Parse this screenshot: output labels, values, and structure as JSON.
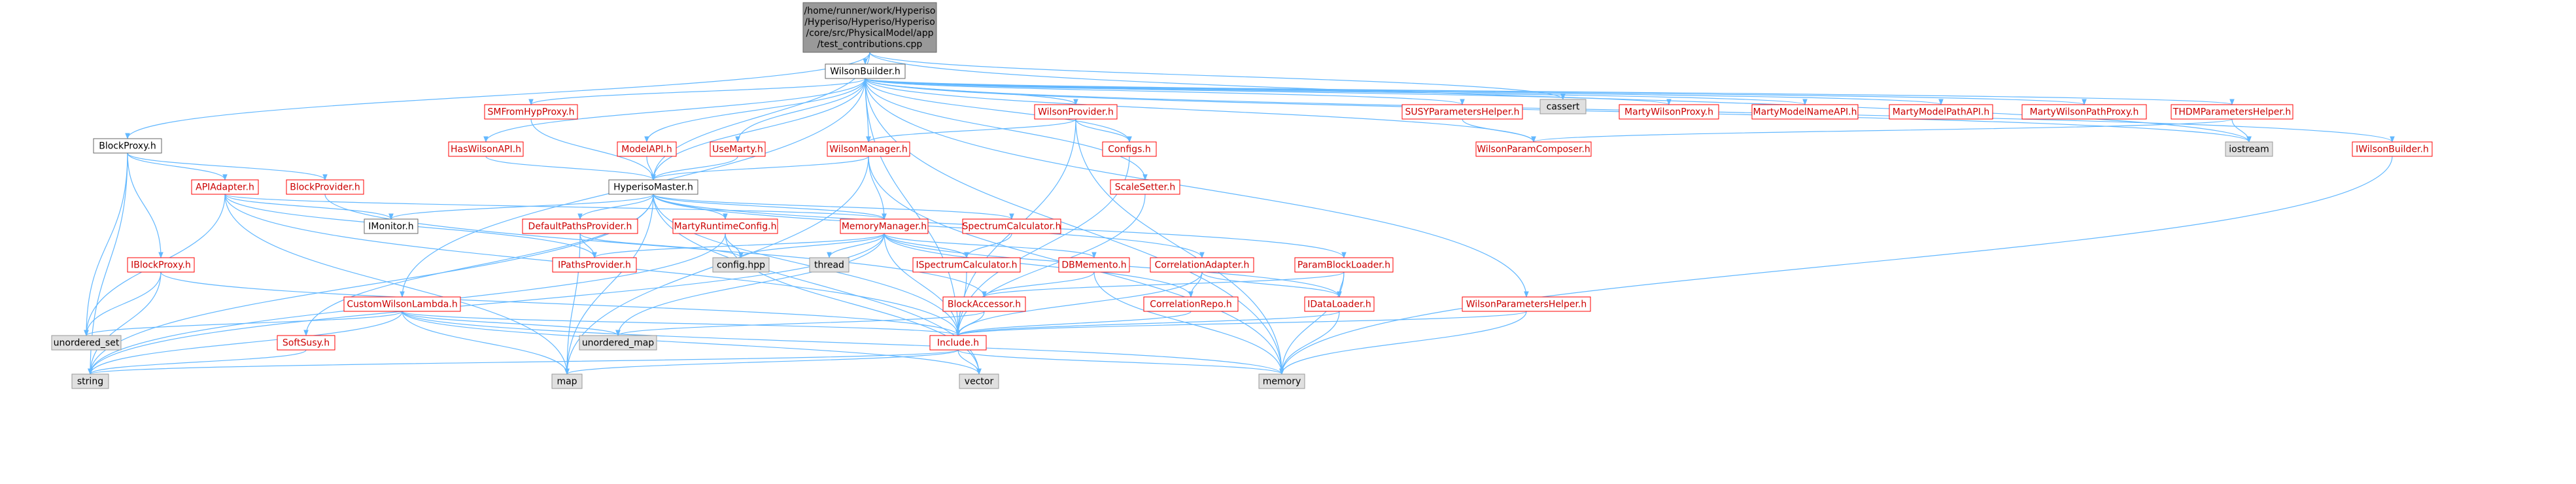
{
  "colors": {
    "edge": "#63b8ff",
    "root_fill": "#999999",
    "root_stroke": "#666666",
    "red_text": "#cc0000",
    "red_stroke": "#ff0000",
    "black_stroke": "#666666",
    "grey_fill": "#e0e0e0",
    "grey_stroke": "#999999"
  },
  "nodes": [
    {
      "id": "root",
      "lines": [
        "/home/runner/work/Hyperiso",
        "/Hyperiso/Hyperiso/Hyperiso",
        "/core/src/PhysicalModel/app",
        "/test_contributions.cpp"
      ],
      "kind": "root"
    },
    {
      "id": "WilsonBuilder_h",
      "lines": [
        "WilsonBuilder.h"
      ],
      "kind": "normal"
    },
    {
      "id": "cassert",
      "lines": [
        "cassert"
      ],
      "kind": "grey"
    },
    {
      "id": "BlockProxy_h",
      "lines": [
        "BlockProxy.h"
      ],
      "kind": "normal"
    },
    {
      "id": "SMFromHypProxy_h",
      "lines": [
        "SMFromHypProxy.h"
      ],
      "kind": "red"
    },
    {
      "id": "WilsonProvider_h",
      "lines": [
        "WilsonProvider.h"
      ],
      "kind": "red"
    },
    {
      "id": "SUSYParametersHelper_h",
      "lines": [
        "SUSYParametersHelper.h"
      ],
      "kind": "red"
    },
    {
      "id": "MartyWilsonProxy_h",
      "lines": [
        "MartyWilsonProxy.h"
      ],
      "kind": "red"
    },
    {
      "id": "MartyModelNameAPI_h",
      "lines": [
        "MartyModelNameAPI.h"
      ],
      "kind": "red"
    },
    {
      "id": "MartyModelPathAPI_h",
      "lines": [
        "MartyModelPathAPI.h"
      ],
      "kind": "red"
    },
    {
      "id": "MartyWilsonPathProxy_h",
      "lines": [
        "MartyWilsonPathProxy.h"
      ],
      "kind": "red"
    },
    {
      "id": "THDMParametersHelper_h",
      "lines": [
        "THDMParametersHelper.h"
      ],
      "kind": "red"
    },
    {
      "id": "HasWilsonAPI_h",
      "lines": [
        "HasWilsonAPI.h"
      ],
      "kind": "red"
    },
    {
      "id": "ModelAPI_h",
      "lines": [
        "ModelAPI.h"
      ],
      "kind": "red"
    },
    {
      "id": "UseMarty_h",
      "lines": [
        "UseMarty.h"
      ],
      "kind": "red"
    },
    {
      "id": "WilsonManager_h",
      "lines": [
        "WilsonManager.h"
      ],
      "kind": "red"
    },
    {
      "id": "Configs_h",
      "lines": [
        "Configs.h"
      ],
      "kind": "red"
    },
    {
      "id": "WilsonParamComposer_h",
      "lines": [
        "WilsonParamComposer.h"
      ],
      "kind": "red"
    },
    {
      "id": "iostream",
      "lines": [
        "iostream"
      ],
      "kind": "grey"
    },
    {
      "id": "IWilsonBuilder_h",
      "lines": [
        "IWilsonBuilder.h"
      ],
      "kind": "red"
    },
    {
      "id": "APIAdapter_h",
      "lines": [
        "APIAdapter.h"
      ],
      "kind": "red"
    },
    {
      "id": "BlockProvider_h",
      "lines": [
        "BlockProvider.h"
      ],
      "kind": "red"
    },
    {
      "id": "HyperisoMaster_h",
      "lines": [
        "HyperisoMaster.h"
      ],
      "kind": "normal"
    },
    {
      "id": "ScaleSetter_h",
      "lines": [
        "ScaleSetter.h"
      ],
      "kind": "red"
    },
    {
      "id": "IMonitor_h",
      "lines": [
        "IMonitor.h"
      ],
      "kind": "normal"
    },
    {
      "id": "DefaultPathsProvider_h",
      "lines": [
        "DefaultPathsProvider.h"
      ],
      "kind": "red"
    },
    {
      "id": "MartyRuntimeConfig_h",
      "lines": [
        "MartyRuntimeConfig.h"
      ],
      "kind": "red"
    },
    {
      "id": "MemoryManager_h",
      "lines": [
        "MemoryManager.h"
      ],
      "kind": "red"
    },
    {
      "id": "SpectrumCalculator_h",
      "lines": [
        "SpectrumCalculator.h"
      ],
      "kind": "red"
    },
    {
      "id": "IBlockProxy_h",
      "lines": [
        "IBlockProxy.h"
      ],
      "kind": "red"
    },
    {
      "id": "IPathsProvider_h",
      "lines": [
        "IPathsProvider.h"
      ],
      "kind": "red"
    },
    {
      "id": "config_hpp",
      "lines": [
        "config.hpp"
      ],
      "kind": "grey"
    },
    {
      "id": "thread",
      "lines": [
        "thread"
      ],
      "kind": "grey"
    },
    {
      "id": "ISpectrumCalculator_h",
      "lines": [
        "ISpectrumCalculator.h"
      ],
      "kind": "red"
    },
    {
      "id": "DBMemento_h",
      "lines": [
        "DBMemento.h"
      ],
      "kind": "red"
    },
    {
      "id": "CorrelationAdapter_h",
      "lines": [
        "CorrelationAdapter.h"
      ],
      "kind": "red"
    },
    {
      "id": "ParamBlockLoader_h",
      "lines": [
        "ParamBlockLoader.h"
      ],
      "kind": "red"
    },
    {
      "id": "CustomWilsonLambda_h",
      "lines": [
        "CustomWilsonLambda.h"
      ],
      "kind": "red"
    },
    {
      "id": "BlockAccessor_h",
      "lines": [
        "BlockAccessor.h"
      ],
      "kind": "red"
    },
    {
      "id": "CorrelationRepo_h",
      "lines": [
        "CorrelationRepo.h"
      ],
      "kind": "red"
    },
    {
      "id": "IDataLoader_h",
      "lines": [
        "IDataLoader.h"
      ],
      "kind": "red"
    },
    {
      "id": "WilsonParametersHelper_h",
      "lines": [
        "WilsonParametersHelper.h"
      ],
      "kind": "red"
    },
    {
      "id": "SoftSusy_h",
      "lines": [
        "SoftSusy.h"
      ],
      "kind": "red"
    },
    {
      "id": "unordered_set",
      "lines": [
        "unordered_set"
      ],
      "kind": "grey"
    },
    {
      "id": "unordered_map",
      "lines": [
        "unordered_map"
      ],
      "kind": "grey"
    },
    {
      "id": "Include_h",
      "lines": [
        "Include.h"
      ],
      "kind": "red"
    },
    {
      "id": "string",
      "lines": [
        "string"
      ],
      "kind": "grey"
    },
    {
      "id": "map",
      "lines": [
        "map"
      ],
      "kind": "grey"
    },
    {
      "id": "vector",
      "lines": [
        "vector"
      ],
      "kind": "grey"
    },
    {
      "id": "memory",
      "lines": [
        "memory"
      ],
      "kind": "grey"
    }
  ],
  "edges": [
    [
      "root",
      "WilsonBuilder_h"
    ],
    [
      "root",
      "cassert"
    ],
    [
      "root",
      "BlockProxy_h"
    ],
    [
      "root",
      "HyperisoMaster_h"
    ],
    [
      "root",
      "iostream"
    ],
    [
      "WilsonBuilder_h",
      "SMFromHypProxy_h"
    ],
    [
      "WilsonBuilder_h",
      "WilsonProvider_h"
    ],
    [
      "WilsonBuilder_h",
      "SUSYParametersHelper_h"
    ],
    [
      "WilsonBuilder_h",
      "MartyWilsonProxy_h"
    ],
    [
      "WilsonBuilder_h",
      "MartyModelNameAPI_h"
    ],
    [
      "WilsonBuilder_h",
      "MartyModelPathAPI_h"
    ],
    [
      "WilsonBuilder_h",
      "MartyWilsonPathProxy_h"
    ],
    [
      "WilsonBuilder_h",
      "THDMParametersHelper_h"
    ],
    [
      "WilsonBuilder_h",
      "HasWilsonAPI_h"
    ],
    [
      "WilsonBuilder_h",
      "ModelAPI_h"
    ],
    [
      "WilsonBuilder_h",
      "UseMarty_h"
    ],
    [
      "WilsonBuilder_h",
      "WilsonManager_h"
    ],
    [
      "WilsonBuilder_h",
      "Configs_h"
    ],
    [
      "WilsonBuilder_h",
      "WilsonParamComposer_h"
    ],
    [
      "WilsonBuilder_h",
      "iostream"
    ],
    [
      "WilsonBuilder_h",
      "IWilsonBuilder_h"
    ],
    [
      "WilsonBuilder_h",
      "HyperisoMaster_h"
    ],
    [
      "WilsonBuilder_h",
      "ScaleSetter_h"
    ],
    [
      "WilsonBuilder_h",
      "WilsonParametersHelper_h"
    ],
    [
      "WilsonBuilder_h",
      "CustomWilsonLambda_h"
    ],
    [
      "WilsonBuilder_h",
      "Include_h"
    ],
    [
      "WilsonBuilder_h",
      "memory"
    ],
    [
      "BlockProxy_h",
      "APIAdapter_h"
    ],
    [
      "BlockProxy_h",
      "BlockProvider_h"
    ],
    [
      "BlockProxy_h",
      "IBlockProxy_h"
    ],
    [
      "BlockProxy_h",
      "unordered_set"
    ],
    [
      "BlockProxy_h",
      "string"
    ],
    [
      "SMFromHypProxy_h",
      "HyperisoMaster_h"
    ],
    [
      "WilsonProvider_h",
      "WilsonManager_h"
    ],
    [
      "WilsonProvider_h",
      "Configs_h"
    ],
    [
      "WilsonProvider_h",
      "Include_h"
    ],
    [
      "WilsonProvider_h",
      "memory"
    ],
    [
      "SUSYParametersHelper_h",
      "WilsonParamComposer_h"
    ],
    [
      "THDMParametersHelper_h",
      "WilsonParamComposer_h"
    ],
    [
      "THDMParametersHelper_h",
      "iostream"
    ],
    [
      "HasWilsonAPI_h",
      "HyperisoMaster_h"
    ],
    [
      "ModelAPI_h",
      "HyperisoMaster_h"
    ],
    [
      "UseMarty_h",
      "HyperisoMaster_h"
    ],
    [
      "WilsonManager_h",
      "HyperisoMaster_h"
    ],
    [
      "WilsonManager_h",
      "MemoryManager_h"
    ],
    [
      "WilsonManager_h",
      "map"
    ],
    [
      "WilsonManager_h",
      "memory"
    ],
    [
      "Configs_h",
      "Include_h"
    ],
    [
      "IWilsonBuilder_h",
      "memory"
    ],
    [
      "APIAdapter_h",
      "MemoryManager_h"
    ],
    [
      "APIAdapter_h",
      "IMonitor_h"
    ],
    [
      "APIAdapter_h",
      "IPathsProvider_h"
    ],
    [
      "APIAdapter_h",
      "Include_h"
    ],
    [
      "APIAdapter_h",
      "unordered_set"
    ],
    [
      "APIAdapter_h",
      "map"
    ],
    [
      "BlockProvider_h",
      "BlockAccessor_h"
    ],
    [
      "HyperisoMaster_h",
      "IMonitor_h"
    ],
    [
      "HyperisoMaster_h",
      "DefaultPathsProvider_h"
    ],
    [
      "HyperisoMaster_h",
      "MartyRuntimeConfig_h"
    ],
    [
      "HyperisoMaster_h",
      "MemoryManager_h"
    ],
    [
      "HyperisoMaster_h",
      "SpectrumCalculator_h"
    ],
    [
      "HyperisoMaster_h",
      "CorrelationAdapter_h"
    ],
    [
      "HyperisoMaster_h",
      "ParamBlockLoader_h"
    ],
    [
      "HyperisoMaster_h",
      "SoftSusy_h"
    ],
    [
      "HyperisoMaster_h",
      "Include_h"
    ],
    [
      "HyperisoMaster_h",
      "string"
    ],
    [
      "HyperisoMaster_h",
      "map"
    ],
    [
      "HyperisoMaster_h",
      "vector"
    ],
    [
      "ScaleSetter_h",
      "Include_h"
    ],
    [
      "DefaultPathsProvider_h",
      "IPathsProvider_h"
    ],
    [
      "DefaultPathsProvider_h",
      "config_hpp"
    ],
    [
      "DefaultPathsProvider_h",
      "map"
    ],
    [
      "MartyRuntimeConfig_h",
      "config_hpp"
    ],
    [
      "MartyRuntimeConfig_h",
      "vector"
    ],
    [
      "MartyRuntimeConfig_h",
      "string"
    ],
    [
      "MemoryManager_h",
      "thread"
    ],
    [
      "MemoryManager_h",
      "ISpectrumCalculator_h"
    ],
    [
      "MemoryManager_h",
      "DBMemento_h"
    ],
    [
      "MemoryManager_h",
      "IDataLoader_h"
    ],
    [
      "MemoryManager_h",
      "CorrelationRepo_h"
    ],
    [
      "MemoryManager_h",
      "IPathsProvider_h"
    ],
    [
      "MemoryManager_h",
      "Include_h"
    ],
    [
      "MemoryManager_h",
      "unordered_map"
    ],
    [
      "MemoryManager_h",
      "config_hpp"
    ],
    [
      "MemoryManager_h",
      "string"
    ],
    [
      "SpectrumCalculator_h",
      "ISpectrumCalculator_h"
    ],
    [
      "IBlockProxy_h",
      "Include_h"
    ],
    [
      "IBlockProxy_h",
      "unordered_set"
    ],
    [
      "IBlockProxy_h",
      "string"
    ],
    [
      "ISpectrumCalculator_h",
      "Include_h"
    ],
    [
      "DBMemento_h",
      "BlockAccessor_h"
    ],
    [
      "DBMemento_h",
      "memory"
    ],
    [
      "CorrelationAdapter_h",
      "CorrelationRepo_h"
    ],
    [
      "CorrelationAdapter_h",
      "IDataLoader_h"
    ],
    [
      "CorrelationAdapter_h",
      "Include_h"
    ],
    [
      "ParamBlockLoader_h",
      "IDataLoader_h"
    ],
    [
      "ParamBlockLoader_h",
      "BlockAccessor_h"
    ],
    [
      "ParamBlockLoader_h",
      "memory"
    ],
    [
      "CustomWilsonLambda_h",
      "Include_h"
    ],
    [
      "CustomWilsonLambda_h",
      "unordered_set"
    ],
    [
      "CustomWilsonLambda_h",
      "unordered_map"
    ],
    [
      "CustomWilsonLambda_h",
      "string"
    ],
    [
      "CustomWilsonLambda_h",
      "map"
    ],
    [
      "CustomWilsonLambda_h",
      "vector"
    ],
    [
      "CustomWilsonLambda_h",
      "memory"
    ],
    [
      "BlockAccessor_h",
      "Include_h"
    ],
    [
      "BlockAccessor_h",
      "unordered_map"
    ],
    [
      "CorrelationRepo_h",
      "Include_h"
    ],
    [
      "IDataLoader_h",
      "Include_h"
    ],
    [
      "IDataLoader_h",
      "memory"
    ],
    [
      "WilsonParametersHelper_h",
      "Include_h"
    ],
    [
      "WilsonParametersHelper_h",
      "memory"
    ],
    [
      "SoftSusy_h",
      "string"
    ],
    [
      "Include_h",
      "string"
    ],
    [
      "Include_h",
      "map"
    ],
    [
      "Include_h",
      "vector"
    ],
    [
      "Include_h",
      "memory"
    ]
  ]
}
